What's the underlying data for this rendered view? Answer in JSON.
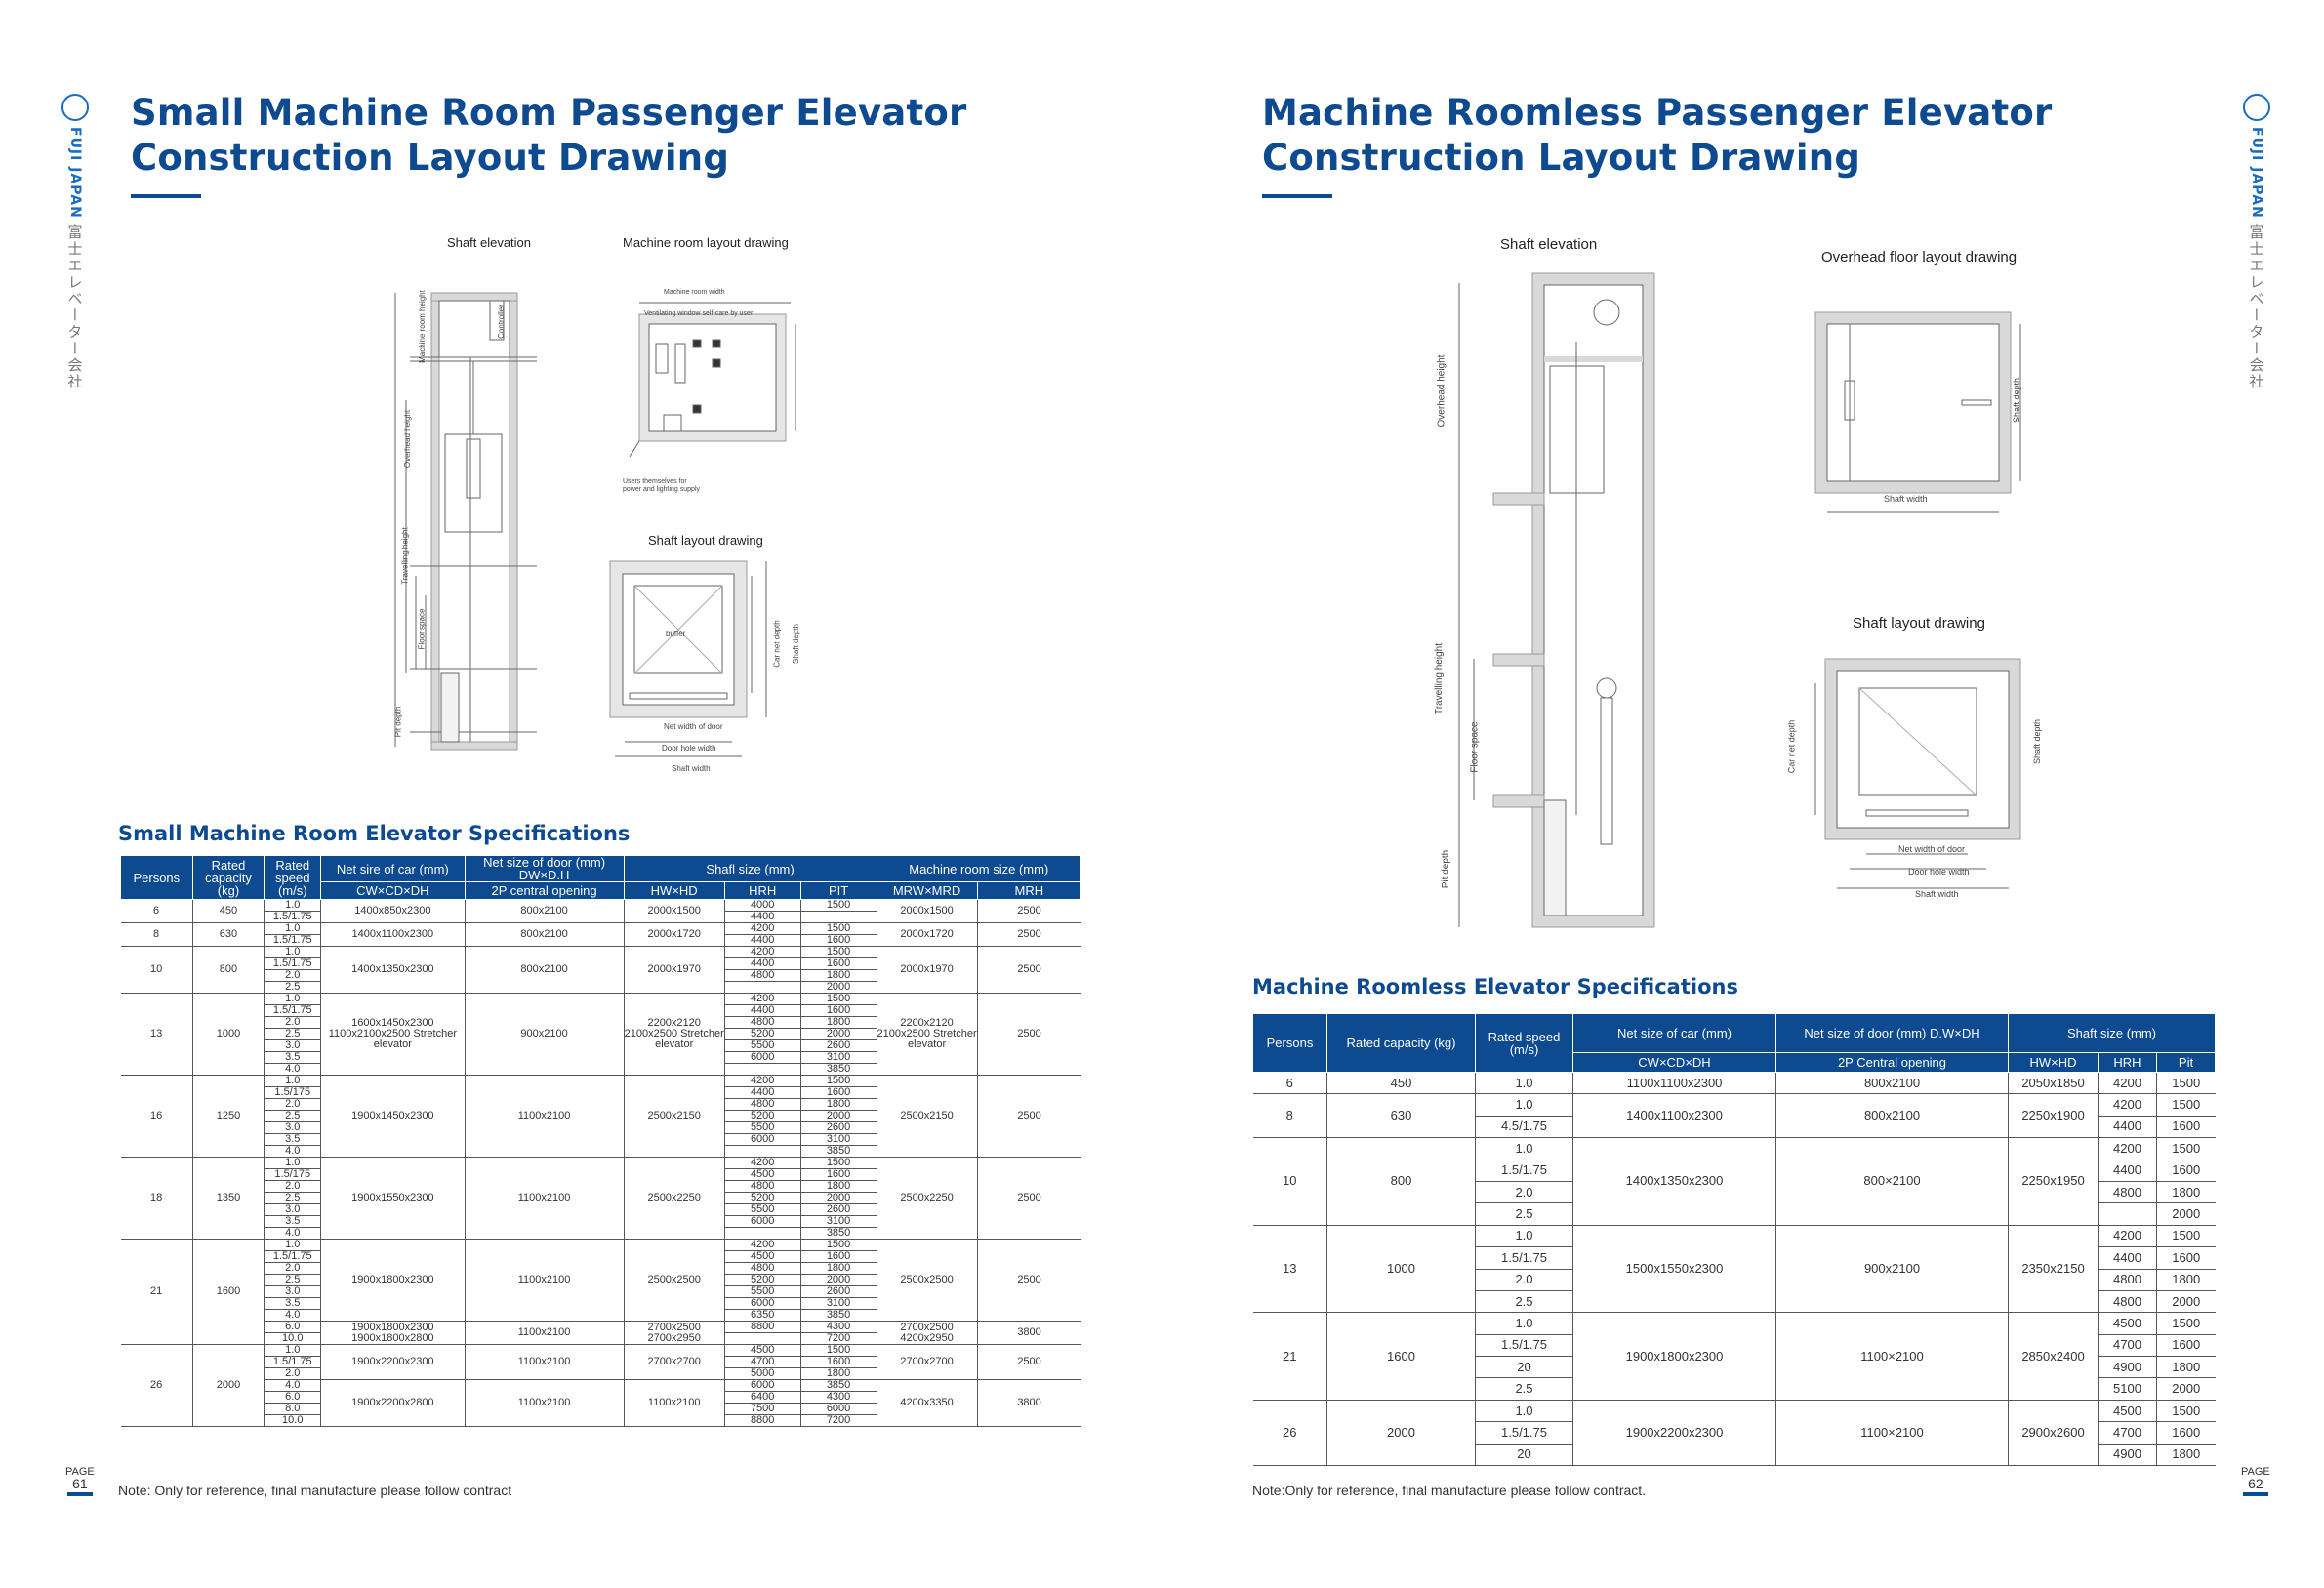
{
  "left": {
    "title_line1": "Small Machine Room Passenger Elevator",
    "title_line2": "Construction Layout Drawing",
    "drawing_labels": {
      "shaft_elevation": "Shaft elevation",
      "machine_room_layout": "Machine room layout drawing",
      "shaft_layout": "Shaft layout drawing",
      "machine_room_width": "Machine room width",
      "ventilating_window": "Ventilating window self-care by user",
      "users_supply": "Users themselves for power and lighting supply",
      "buffer": "buffer",
      "net_width_door": "Net width of door",
      "door_hole_width": "Door hole width",
      "shaft_width": "Shaft width",
      "car_net_depth": "Car net depth",
      "shaft_depth": "Shaft depth",
      "machine_room_height": "Machine room height",
      "overhead_height": "Overhead height",
      "travelling_height": "Travelling height",
      "pit_depth": "Pit depth",
      "floor_space": "Floor space",
      "controller": "Controller"
    },
    "section_title": "Small Machine Room Elevator Specifications",
    "headers": {
      "persons": "Persons",
      "capacity": "Rated capacity (kg)",
      "speed": "Rated speed (m/s)",
      "car": "Net sire of car (mm)",
      "car_sub": "CW×CD×DH",
      "door": "Net size of door (mm) DW×D.H",
      "door_sub": "2P central opening",
      "shaft": "Shafl size (mm)",
      "shaft_hw": "HW×HD",
      "shaft_hrh": "HRH",
      "shaft_pit": "PIT",
      "mr": "Machine room size (mm)",
      "mr_dims": "MRW×MRD",
      "mr_h": "MRH"
    },
    "groups": [
      {
        "persons": "6",
        "capacity": "450",
        "speeds": [
          "1.0",
          "1.5/1.75"
        ],
        "car": "1400x850x2300",
        "door": "800x2100",
        "shaft": "2000x1500",
        "hrh": [
          "4000",
          "4400"
        ],
        "pit": [
          "1500"
        ],
        "mrd": "2000x1500",
        "mrh": "2500"
      },
      {
        "persons": "8",
        "capacity": "630",
        "speeds": [
          "1.0",
          "1.5/1.75"
        ],
        "car": "1400x1100x2300",
        "door": "800x2100",
        "shaft": "2000x1720",
        "hrh": [
          "4200",
          "4400"
        ],
        "pit": [
          "1500",
          "1600"
        ],
        "mrd": "2000x1720",
        "mrh": "2500"
      },
      {
        "persons": "10",
        "capacity": "800",
        "speeds": [
          "1.0",
          "1.5/1.75",
          "2.0",
          "2.5"
        ],
        "car": "1400x1350x2300",
        "door": "800x2100",
        "shaft": "2000x1970",
        "hrh": [
          "4200",
          "4400",
          "4800"
        ],
        "pit": [
          "1500",
          "1600",
          "1800",
          "2000"
        ],
        "mrd": "2000x1970",
        "mrh": "2500"
      },
      {
        "persons": "13",
        "capacity": "1000",
        "speeds": [
          "1.0",
          "1.5/1.75",
          "2.0",
          "2.5",
          "3.0",
          "3.5",
          "4.0"
        ],
        "car": "1600x1450x2300 1100x2100x2500 Stretcher elevator",
        "door": "900x2100",
        "shaft": "2200x2120 2100x2500 Stretcher elevator",
        "hrh": [
          "4200",
          "4400",
          "4800",
          "5200",
          "5500",
          "6000"
        ],
        "pit": [
          "1500",
          "1600",
          "1800",
          "2000",
          "2600",
          "3100",
          "3850"
        ],
        "mrd": "2200x2120 2100x2500 Stretcher elevator",
        "mrh": "2500"
      },
      {
        "persons": "16",
        "capacity": "1250",
        "speeds": [
          "1.0",
          "1.5/175",
          "2.0",
          "2.5",
          "3.0",
          "3.5",
          "4.0"
        ],
        "car": "1900x1450x2300",
        "door": "1100x2100",
        "shaft": "2500x2150",
        "hrh": [
          "4200",
          "4400",
          "4800",
          "5200",
          "5500",
          "6000"
        ],
        "pit": [
          "1500",
          "1600",
          "1800",
          "2000",
          "2600",
          "3100",
          "3850"
        ],
        "mrd": "2500x2150",
        "mrh": "2500"
      },
      {
        "persons": "18",
        "capacity": "1350",
        "speeds": [
          "1.0",
          "1.5/175",
          "2.0",
          "2.5",
          "3.0",
          "3.5",
          "4.0"
        ],
        "car": "1900x1550x2300",
        "door": "1100x2100",
        "shaft": "2500x2250",
        "hrh": [
          "4200",
          "4500",
          "4800",
          "5200",
          "5500",
          "6000"
        ],
        "pit": [
          "1500",
          "1600",
          "1800",
          "2000",
          "2600",
          "3100",
          "3850"
        ],
        "mrd": "2500x2250",
        "mrh": "2500"
      },
      {
        "persons": "21",
        "capacity": "1600",
        "speeds": [
          "1.0",
          "1.5/1.75",
          "2.0",
          "2.5",
          "3.0",
          "3.5",
          "4.0",
          "6.0",
          "10.0"
        ],
        "car": "1900x1800x2300",
        "car2": "1900x1800x2300 1900x1800x2800",
        "door": "1100x2100",
        "door2": "1100x2100",
        "shaft": "2500x2500",
        "shaft2": "2700x2500 2700x2950",
        "hrh": [
          "4200",
          "4500",
          "4800",
          "5200",
          "5500",
          "6000",
          "6350",
          "8800"
        ],
        "pit": [
          "1500",
          "1600",
          "1800",
          "2000",
          "2600",
          "3100",
          "3850",
          "4300",
          "7200"
        ],
        "mrd": "2500x2500",
        "mrd2": "2700x2500 4200x2950",
        "mrh": "2500",
        "mrh2": "3800"
      },
      {
        "persons": "26",
        "capacity": "2000",
        "speeds": [
          "1.0",
          "1.5/1.75",
          "2.0",
          "4.0",
          "6.0",
          "8.0",
          "10.0"
        ],
        "car": "1900x2200x2300",
        "car2": "1900x2200x2800",
        "door": "1100x2100",
        "door2": "1100x2100",
        "shaft": "2700x2700",
        "shaft2": "1100x2100",
        "hrh": [
          "4500",
          "4700",
          "5000",
          "6000",
          "6400",
          "7500",
          "8800"
        ],
        "pit": [
          "1500",
          "1600",
          "1800",
          "3850",
          "4300",
          "6000",
          "7200"
        ],
        "mrd": "2700x2700",
        "mrd2": "4200x3350",
        "mrh": "2500",
        "mrh2": "3800"
      }
    ],
    "note": "Note: Only for reference, final manufacture please follow contract",
    "page_label": "PAGE",
    "page_number": "61"
  },
  "right": {
    "title_line1": "Machine Roomless Passenger Elevator",
    "title_line2": "Construction Layout Drawing",
    "drawing_labels": {
      "shaft_elevation": "Shaft elevation",
      "overhead_floor_layout": "Overhead floor layout drawing",
      "shaft_layout": "Shaft layout drawing",
      "shaft_width": "Shaft width",
      "shaft_depth": "Shaft depth",
      "car_net_depth": "Car net depth",
      "net_width_door": "Net width of door",
      "door_hole_width": "Door hole width",
      "overhead_height": "Overhead height",
      "travelling_height": "Travelling height",
      "floor_space": "Floor space",
      "pit_depth": "Pit depth"
    },
    "section_title": "Machine Roomless Elevator Specifications",
    "headers": {
      "persons": "Persons",
      "capacity": "Rated capacity (kg)",
      "speed": "Rated speed (m/s)",
      "car": "Net size of car (mm)",
      "car_sub": "CW×CD×DH",
      "door": "Net size of door (mm) D.W×DH",
      "door_sub": "2P Central opening",
      "shaft": "Shaft size (mm)",
      "shaft_hw": "HW×HD",
      "shaft_hrh": "HRH",
      "shaft_pit": "Pit"
    },
    "groups": [
      {
        "persons": "6",
        "capacity": "450",
        "speeds": [
          "1.0"
        ],
        "car": "1100x1100x2300",
        "door": "800x2100",
        "shaft": "2050x1850",
        "hrh": [
          "4200"
        ],
        "pit": [
          "1500"
        ]
      },
      {
        "persons": "8",
        "capacity": "630",
        "speeds": [
          "1.0",
          "4.5/1.75"
        ],
        "car": "1400x1100x2300",
        "door": "800x2100",
        "shaft": "2250x1900",
        "hrh": [
          "4200",
          "4400"
        ],
        "pit": [
          "1500",
          "1600"
        ]
      },
      {
        "persons": "10",
        "capacity": "800",
        "speeds": [
          "1.0",
          "1.5/1.75",
          "2.0",
          "2.5"
        ],
        "car": "1400x1350x2300",
        "door": "800×2100",
        "shaft": "2250x1950",
        "hrh": [
          "4200",
          "4400",
          "4800"
        ],
        "pit": [
          "1500",
          "1600",
          "1800",
          "2000"
        ]
      },
      {
        "persons": "13",
        "capacity": "1000",
        "speeds": [
          "1.0",
          "1.5/1.75",
          "2.0",
          "2.5"
        ],
        "car": "1500x1550x2300",
        "door": "900x2100",
        "shaft": "2350x2150",
        "hrh": [
          "4200",
          "4400",
          "4800",
          "4800"
        ],
        "pit": [
          "1500",
          "1600",
          "1800",
          "2000"
        ]
      },
      {
        "persons": "21",
        "capacity": "1600",
        "speeds": [
          "1.0",
          "1.5/1.75",
          "20",
          "2.5"
        ],
        "car": "1900x1800x2300",
        "door": "1100×2100",
        "shaft": "2850x2400",
        "hrh": [
          "4500",
          "4700",
          "4900",
          "5100"
        ],
        "pit": [
          "1500",
          "1600",
          "1800",
          "2000"
        ]
      },
      {
        "persons": "26",
        "capacity": "2000",
        "speeds": [
          "1.0",
          "1.5/1.75",
          "20"
        ],
        "car": "1900x2200x2300",
        "door": "1100×2100",
        "shaft": "2900x2600",
        "hrh": [
          "4500",
          "4700",
          "4900"
        ],
        "pit": [
          "1500",
          "1600",
          "1800"
        ]
      }
    ],
    "note": "Note:Only for reference, final manufacture please follow contract.",
    "page_label": "PAGE",
    "page_number": "62"
  },
  "brand": {
    "name": "FUJI JAPAN",
    "japanese": "富士エレベーター会社"
  },
  "colors": {
    "brand_blue": "#0d4a8f",
    "header_bg": "#0d4a8f",
    "accent_blue": "#1a6cc0"
  }
}
